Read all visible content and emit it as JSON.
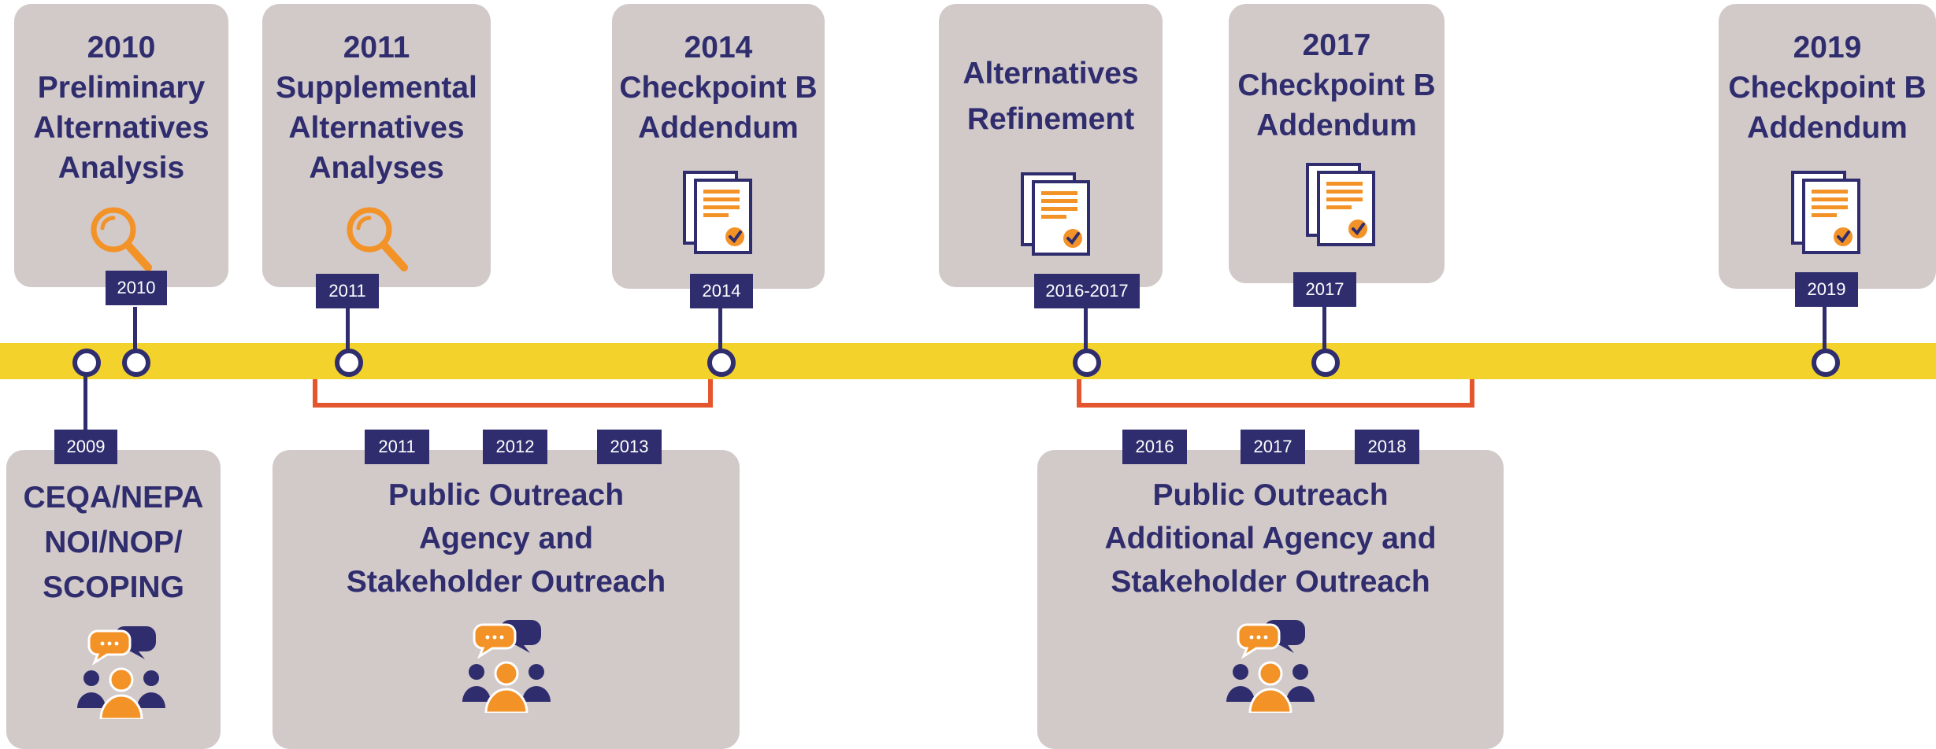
{
  "colors": {
    "timeline": "#f3d32b",
    "card": "#d2c9c9",
    "navy": "#2f2d6e",
    "orange": "#f39226",
    "bracket": "#e4572e"
  },
  "top_events": [
    {
      "year": "2010",
      "title": [
        "2010",
        "Preliminary",
        "Alternatives",
        "Analysis"
      ],
      "icon": "magnifier-icon"
    },
    {
      "year": "2011",
      "title": [
        "2011",
        "Supplemental",
        "Alternatives",
        "Analyses"
      ],
      "icon": "magnifier-icon"
    },
    {
      "year": "2014",
      "title": [
        "2014",
        "Checkpoint B",
        "Addendum"
      ],
      "icon": "document-check-icon"
    },
    {
      "year": "2016-2017",
      "title": [
        "Alternatives",
        "Refinement"
      ],
      "icon": "document-check-icon"
    },
    {
      "year": "2017",
      "title": [
        "2017",
        "Checkpoint B",
        "Addendum"
      ],
      "icon": "document-check-icon"
    },
    {
      "year": "2019",
      "title": [
        "2019",
        "Checkpoint B",
        "Addendum"
      ],
      "icon": "document-check-icon"
    }
  ],
  "bottom_events": [
    {
      "years": [
        "2009"
      ],
      "title": [
        "CEQA/NEPA",
        "NOI/NOP/",
        "SCOPING"
      ],
      "icon": "people-chat-icon"
    },
    {
      "years": [
        "2011",
        "2012",
        "2013"
      ],
      "title": [
        "Public Outreach",
        "Agency and",
        "Stakeholder Outreach"
      ],
      "icon": "people-chat-icon"
    },
    {
      "years": [
        "2016",
        "2017",
        "2018"
      ],
      "title": [
        "Public Outreach",
        "Additional Agency and",
        "Stakeholder Outreach"
      ],
      "icon": "people-chat-icon"
    }
  ]
}
